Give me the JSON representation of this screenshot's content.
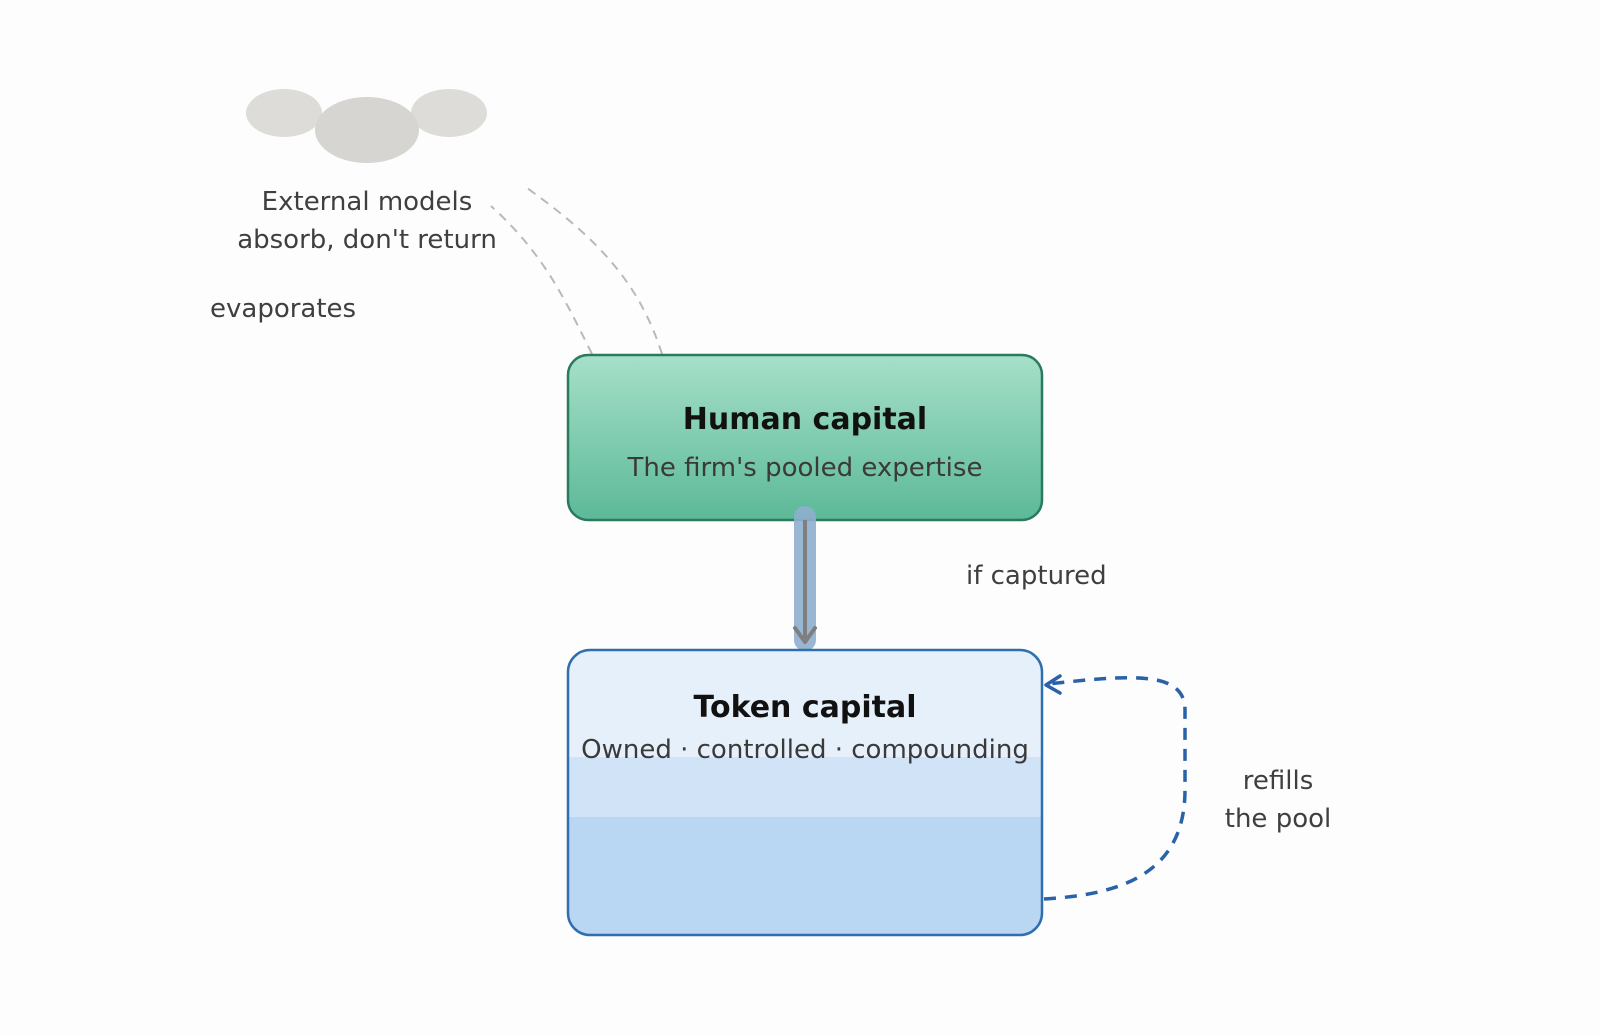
{
  "cloud": {
    "label_line1": "External models",
    "label_line2": "absorb, don't return"
  },
  "evaporates_label": "evaporates",
  "human_box": {
    "title": "Human capital",
    "subtitle": "The firm's pooled expertise"
  },
  "flow_label": "if captured",
  "token_box": {
    "title": "Token capital",
    "subtitle": "Owned · controlled · compounding"
  },
  "loop_label": {
    "line1": "refills",
    "line2": "the pool"
  },
  "colors": {
    "human_top": "#a6e0c9",
    "human_bottom": "#5cb998",
    "human_border": "#2a7a5d",
    "token_fill": "#e6f0fb",
    "token_water_light": "#d0e3f7",
    "token_water": "#b9d6f2",
    "token_border": "#2f6fb0",
    "loop_arrow": "#2a62a8",
    "cloud": "#d9d8d5",
    "dashed_gray": "#b9b9b9",
    "flow_pipe": "#8fb0cf",
    "flow_arrow": "#808080"
  }
}
